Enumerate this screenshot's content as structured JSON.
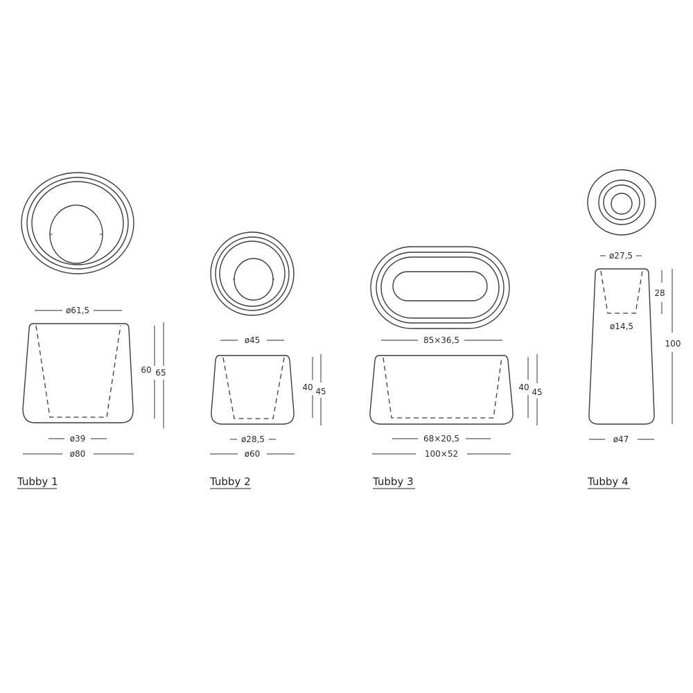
{
  "products": [
    {
      "name": "Tubby 1",
      "top_diameter": "ø61,5",
      "inner_height": "60",
      "outer_height": "65",
      "inner_base_diameter": "ø39",
      "outer_diameter": "ø80"
    },
    {
      "name": "Tubby 2",
      "top_diameter": "ø45",
      "inner_height": "40",
      "outer_height": "45",
      "inner_base_diameter": "ø28,5",
      "outer_diameter": "ø60"
    },
    {
      "name": "Tubby 3",
      "top_size": "85×36,5",
      "inner_height": "40",
      "outer_height": "45",
      "inner_base_size": "68×20,5",
      "outer_size": "100×52"
    },
    {
      "name": "Tubby 4",
      "top_diameter": "ø27,5",
      "inner_depth": "28",
      "inner_base_diameter": "ø14,5",
      "outer_height": "100",
      "outer_diameter": "ø47"
    }
  ]
}
